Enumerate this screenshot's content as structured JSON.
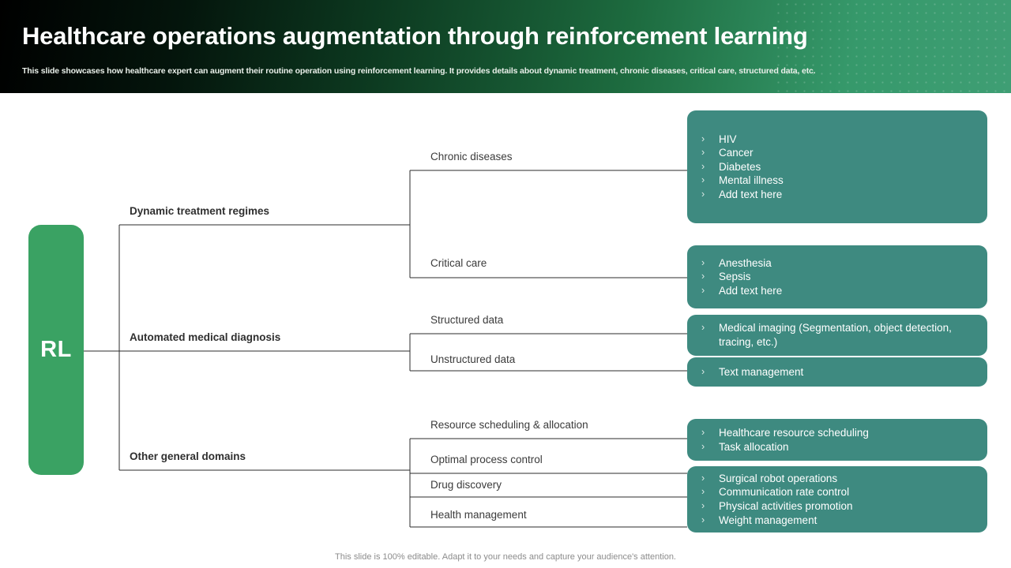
{
  "header": {
    "title": "Healthcare operations augmentation through reinforcement learning",
    "subtitle": "This slide showcases how healthcare expert can augment their routine operation using reinforcement learning. It provides details about dynamic treatment, chronic diseases, critical care, structured data, etc.",
    "decoration": "dot-grid-pattern"
  },
  "root": {
    "label": "RL"
  },
  "branches": [
    {
      "label": "Dynamic treatment regimes"
    },
    {
      "label": "Automated medical diagnosis"
    },
    {
      "label": "Other general domains"
    }
  ],
  "subbranches": [
    {
      "label": "Chronic diseases"
    },
    {
      "label": "Critical care"
    },
    {
      "label": "Structured data"
    },
    {
      "label": "Unstructured data"
    },
    {
      "label": "Resource scheduling & allocation"
    },
    {
      "label": "Optimal process control"
    },
    {
      "label": "Drug discovery"
    },
    {
      "label": "Health management"
    }
  ],
  "cards": [
    {
      "items": [
        "HIV",
        "Cancer",
        "Diabetes",
        "Mental illness",
        "Add text here"
      ]
    },
    {
      "items": [
        "Anesthesia",
        "Sepsis",
        "Add text here"
      ]
    },
    {
      "items": [
        "Medical imaging (Segmentation, object detection, tracing, etc.)"
      ]
    },
    {
      "items": [
        "Text management"
      ]
    },
    {
      "items": [
        "Healthcare resource scheduling",
        "Task allocation"
      ]
    },
    {
      "items": [
        "Surgical robot operations",
        "Communication rate control",
        "Physical activities promotion",
        "Weight management"
      ]
    }
  ],
  "bullet_glyph": "›",
  "footer": {
    "note": "This slide is 100% editable. Adapt it to your needs and capture your audience's attention."
  },
  "colors": {
    "root_green": "#3aa263",
    "card_teal": "#3e8a80",
    "header_dark": "#000000",
    "header_green": "#3f9e74",
    "line": "#2b2b2b"
  }
}
